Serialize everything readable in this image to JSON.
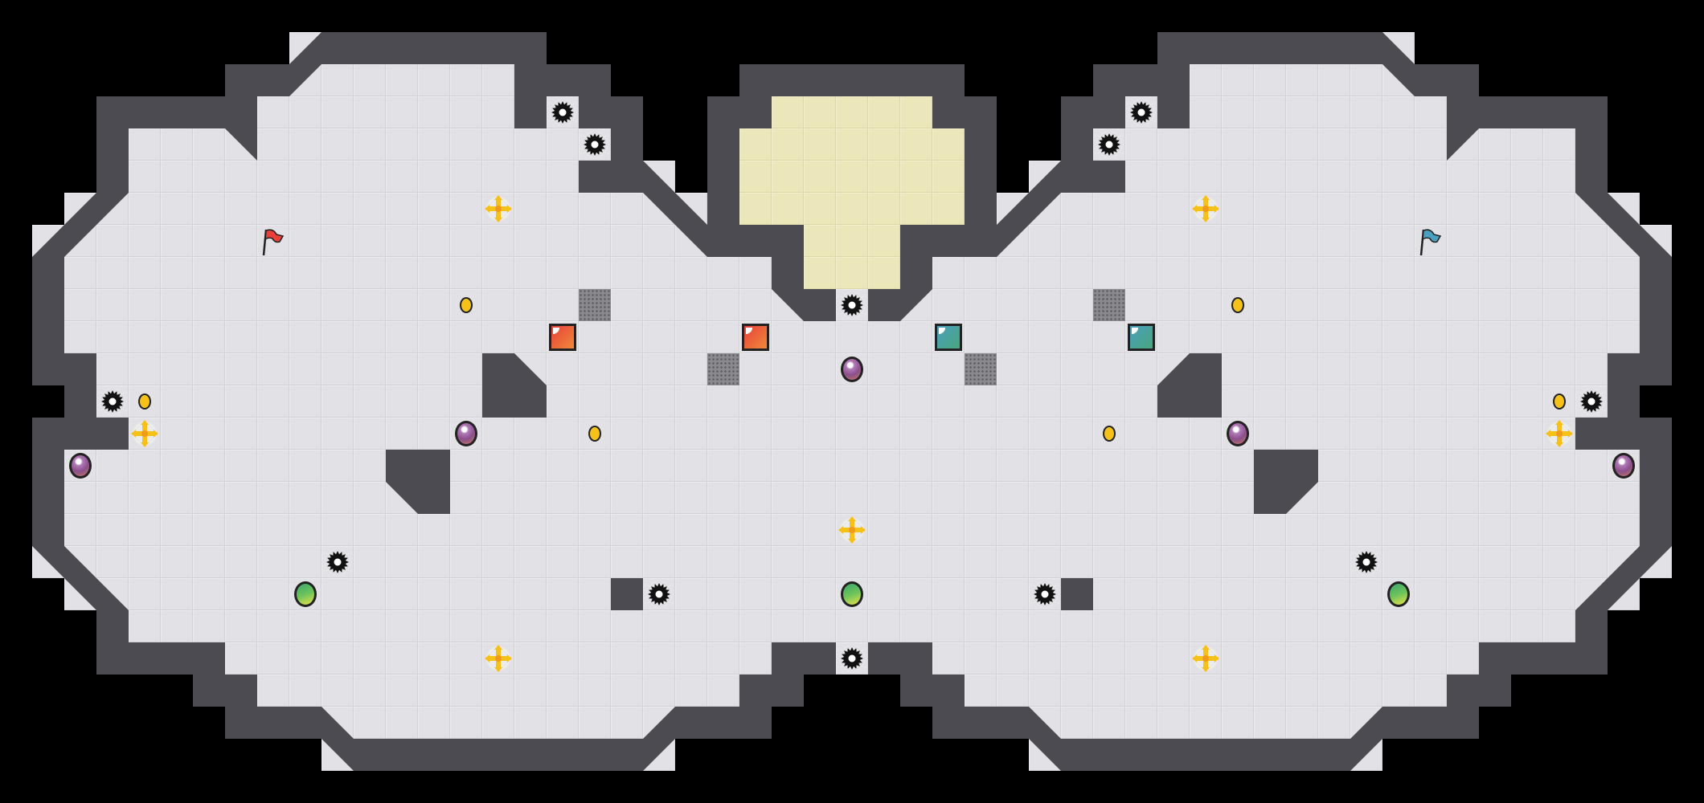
{
  "game": {
    "mode": "capture-the-flag",
    "teams": [
      {
        "name": "red",
        "color": "#e8403a",
        "flag_icon": "red-flag-icon"
      },
      {
        "name": "blue",
        "color": "#4aa0bf",
        "flag_icon": "blue-flag-icon"
      }
    ],
    "colors": {
      "floor": "#e2e2e6",
      "wall": "#4b4b51",
      "endzone": "#ebe7ba",
      "background": "#000000",
      "boost": "#f6c21a",
      "coin": "#f6c21a",
      "bomb": "#8a4f8c",
      "powerup": "#6cc35a",
      "spike": "#111111",
      "gate": "#8a8a8e"
    },
    "icons": [
      "spike-icon",
      "boost-icon",
      "bomb-icon",
      "powerup-icon",
      "coin-icon",
      "gate-tile",
      "team-tile",
      "flag-icon"
    ]
  }
}
